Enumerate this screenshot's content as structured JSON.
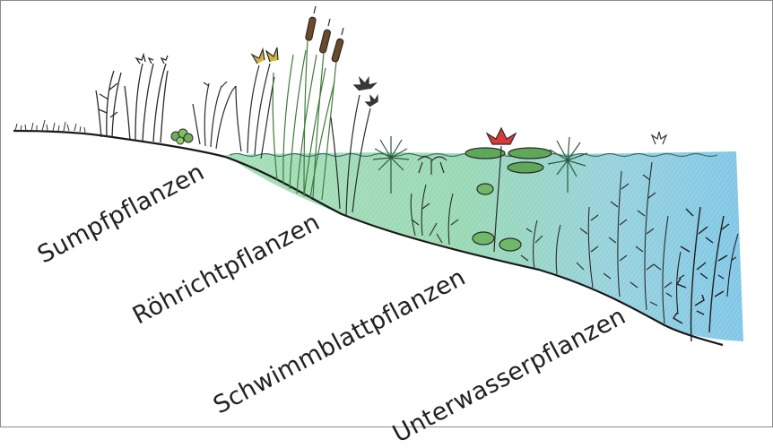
{
  "zones": {
    "sumpf": "Sumpfpflanzen",
    "roehricht": "Röhrichtpflanzen",
    "schwimmblatt": "Schwimmblattpflanzen",
    "unterwasser": "Unterwasserpflanzen"
  },
  "colors": {
    "water_green": "#7fcf9f",
    "water_blue": "#5fb8e0",
    "plant_dark": "#2b2b2b",
    "reed_green": "#4f8a4a",
    "lily_red": "#d83a3a",
    "shore_line": "#1a1a1a"
  }
}
